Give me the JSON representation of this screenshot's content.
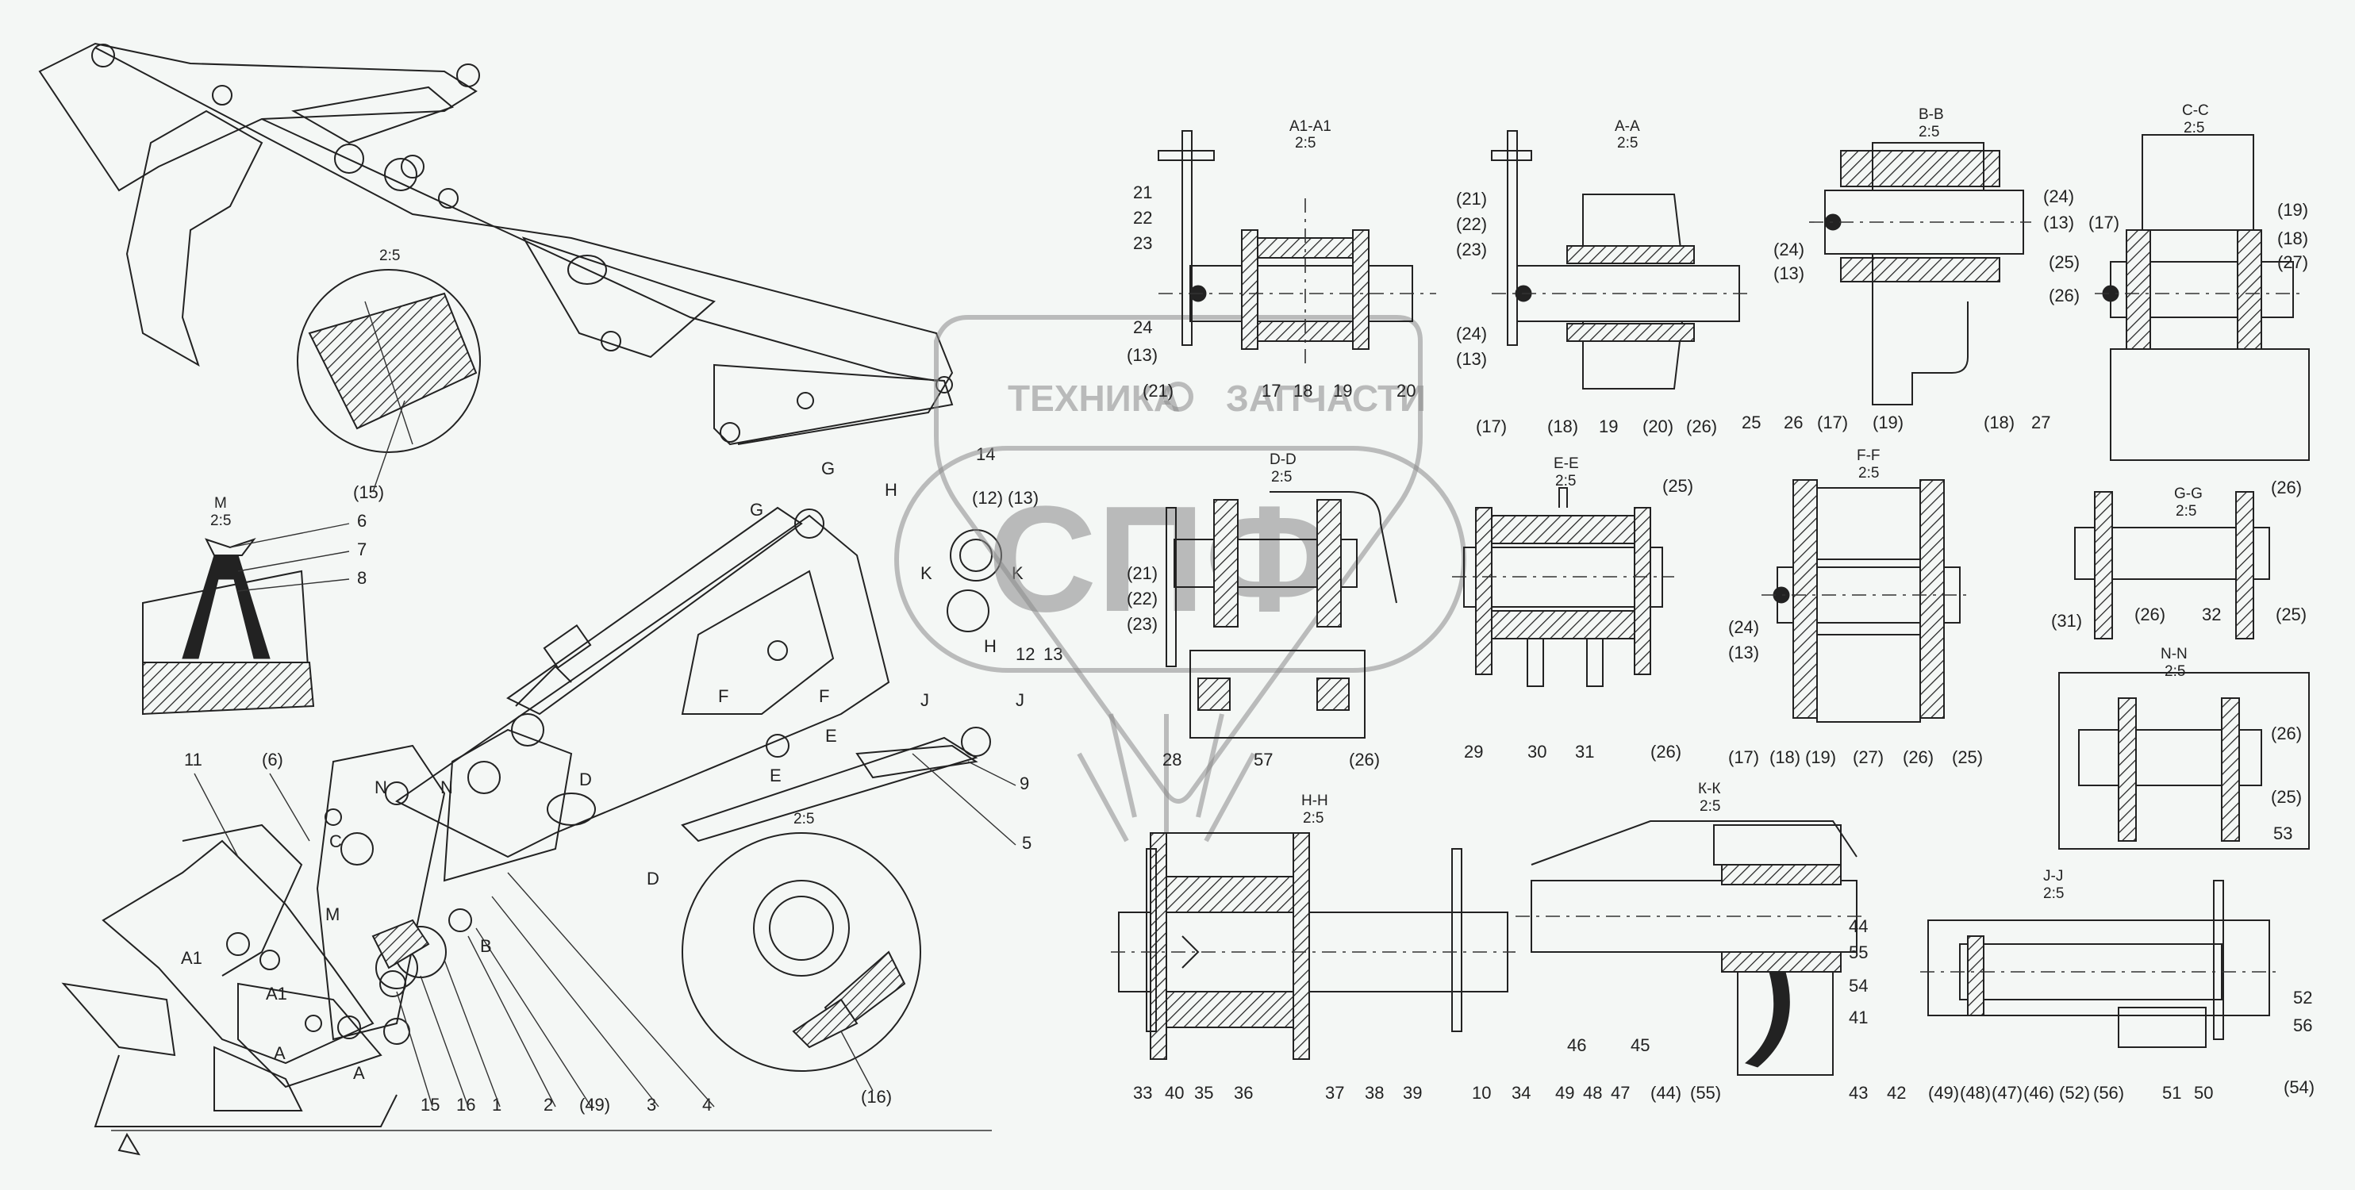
{
  "watermark": {
    "line1": "ТЕХНИКА",
    "line2": "ЗАПЧАСТИ",
    "logo": "СПФ"
  },
  "sections": {
    "a1a1": {
      "title": "А1-А1",
      "scale": "2:5"
    },
    "aa": {
      "title": "А-А",
      "scale": "2:5"
    },
    "bb": {
      "title": "В-В",
      "scale": "2:5"
    },
    "cc": {
      "title": "С-С",
      "scale": "2:5"
    },
    "dd": {
      "title": "D-D",
      "scale": "2:5"
    },
    "ee": {
      "title": "Е-Е",
      "scale": "2:5"
    },
    "ff": {
      "title": "F-F",
      "scale": "2:5"
    },
    "gg": {
      "title": "G-G",
      "scale": "2:5"
    },
    "nn": {
      "title": "N-N",
      "scale": "2:5"
    },
    "hh": {
      "title": "Н-Н",
      "scale": "2:5"
    },
    "kk": {
      "title": "К-К",
      "scale": "2:5"
    },
    "jj": {
      "title": "J-J",
      "scale": "2:5"
    },
    "m": {
      "title": "М",
      "scale": "2:5"
    },
    "detail1": {
      "scale": "2:5"
    },
    "detail2": {
      "scale": "2:5"
    }
  },
  "labels": {
    "main": [
      "6",
      "7",
      "8",
      "11",
      "(6)",
      "14",
      "(12)",
      "(13)",
      "12",
      "13",
      "(15)",
      "(16)",
      "15",
      "16",
      "1",
      "2",
      "(49)",
      "3",
      "4",
      "5",
      "9",
      "C",
      "N",
      "M",
      "B",
      "A",
      "A1",
      "E",
      "F",
      "G",
      "H",
      "K",
      "D",
      "J"
    ],
    "a1a1": [
      "21",
      "22",
      "23",
      "24",
      "(13)",
      "(21)",
      "17",
      "18",
      "19",
      "20"
    ],
    "aa": [
      "(21)",
      "(22)",
      "(23)",
      "(24)",
      "(13)",
      "(17)",
      "(18)",
      "19",
      "(20)",
      "(26)"
    ],
    "bb": [
      "(24)",
      "(13)",
      "25",
      "26",
      "(17)",
      "(19)",
      "(18)",
      "27"
    ],
    "cc": [
      "(24)",
      "(13)",
      "(17)",
      "(25)",
      "(26)",
      "(19)",
      "(18)",
      "(27)"
    ],
    "dd": [
      "(21)",
      "(22)",
      "(23)",
      "28",
      "57",
      "(26)"
    ],
    "ee": [
      "(25)",
      "29",
      "30",
      "31",
      "(26)"
    ],
    "ff": [
      "(24)",
      "(13)",
      "(17)",
      "(18)",
      "(19)",
      "(27)",
      "(26)",
      "(25)"
    ],
    "gg": [
      "(26)",
      "(31)",
      "(26)",
      "32",
      "(25)"
    ],
    "nn": [
      "(26)",
      "(25)",
      "53"
    ],
    "hh": [
      "33",
      "40",
      "35",
      "36",
      "37",
      "38",
      "39",
      "10",
      "34"
    ],
    "kk": [
      "44",
      "55",
      "54",
      "41",
      "46",
      "45",
      "49",
      "48",
      "47",
      "(44)",
      "(55)",
      "43",
      "42"
    ],
    "jj": [
      "(49)",
      "(48)",
      "(47)",
      "(46)",
      "(52)",
      "(56)",
      "51",
      "50",
      "52",
      "56",
      "(54)"
    ]
  },
  "colors": {
    "ink": "#222222",
    "paper": "#f4f7f5",
    "watermark": "#8a8a8a"
  }
}
